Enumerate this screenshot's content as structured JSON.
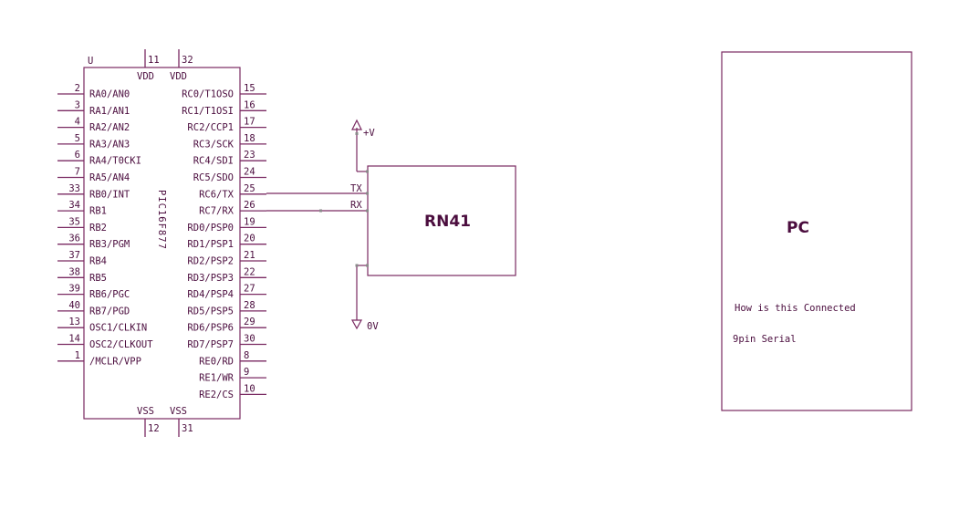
{
  "colors": {
    "wire": "#7a2a62",
    "text": "#4b0d3e",
    "junction": "#8a8a8a"
  },
  "mcu": {
    "designator": "U",
    "part_name": "PIC16F877",
    "power_top": [
      {
        "name": "VDD",
        "num": "11"
      },
      {
        "name": "VDD",
        "num": "32"
      }
    ],
    "power_bottom": [
      {
        "name": "VSS",
        "num": "12"
      },
      {
        "name": "VSS",
        "num": "31"
      }
    ],
    "left_pins": [
      {
        "num": "2",
        "name": "RA0/AN0"
      },
      {
        "num": "3",
        "name": "RA1/AN1"
      },
      {
        "num": "4",
        "name": "RA2/AN2"
      },
      {
        "num": "5",
        "name": "RA3/AN3"
      },
      {
        "num": "6",
        "name": "RA4/T0CKI"
      },
      {
        "num": "7",
        "name": "RA5/AN4"
      },
      {
        "num": "33",
        "name": "RB0/INT"
      },
      {
        "num": "34",
        "name": "RB1"
      },
      {
        "num": "35",
        "name": "RB2"
      },
      {
        "num": "36",
        "name": "RB3/PGM"
      },
      {
        "num": "37",
        "name": "RB4"
      },
      {
        "num": "38",
        "name": "RB5"
      },
      {
        "num": "39",
        "name": "RB6/PGC"
      },
      {
        "num": "40",
        "name": "RB7/PGD"
      },
      {
        "num": "13",
        "name": "OSC1/CLKIN"
      },
      {
        "num": "14",
        "name": "OSC2/CLKOUT"
      },
      {
        "num": "1",
        "name": "/MCLR/VPP"
      }
    ],
    "right_pins": [
      {
        "num": "15",
        "name": "RC0/T1OSO"
      },
      {
        "num": "16",
        "name": "RC1/T1OSI"
      },
      {
        "num": "17",
        "name": "RC2/CCP1"
      },
      {
        "num": "18",
        "name": "RC3/SCK"
      },
      {
        "num": "23",
        "name": "RC4/SDI"
      },
      {
        "num": "24",
        "name": "RC5/SDO"
      },
      {
        "num": "25",
        "name": "RC6/TX"
      },
      {
        "num": "26",
        "name": "RC7/RX"
      },
      {
        "num": "19",
        "name": "RD0/PSP0"
      },
      {
        "num": "20",
        "name": "RD1/PSP1"
      },
      {
        "num": "21",
        "name": "RD2/PSP2"
      },
      {
        "num": "22",
        "name": "RD3/PSP3"
      },
      {
        "num": "27",
        "name": "RD4/PSP4"
      },
      {
        "num": "28",
        "name": "RD5/PSP5"
      },
      {
        "num": "29",
        "name": "RD6/PSP6"
      },
      {
        "num": "30",
        "name": "RD7/PSP7"
      },
      {
        "num": "8",
        "name": "RE0/RD"
      },
      {
        "num": "9",
        "name": "RE1/WR"
      },
      {
        "num": "10",
        "name": "RE2/CS"
      }
    ]
  },
  "rn41": {
    "name": "RN41",
    "tx_label": "TX",
    "rx_label": "RX"
  },
  "supply": {
    "positive": "+V",
    "ground": "0V"
  },
  "pc": {
    "name": "PC",
    "question": "How is this Connected",
    "note": "9pin Serial"
  }
}
